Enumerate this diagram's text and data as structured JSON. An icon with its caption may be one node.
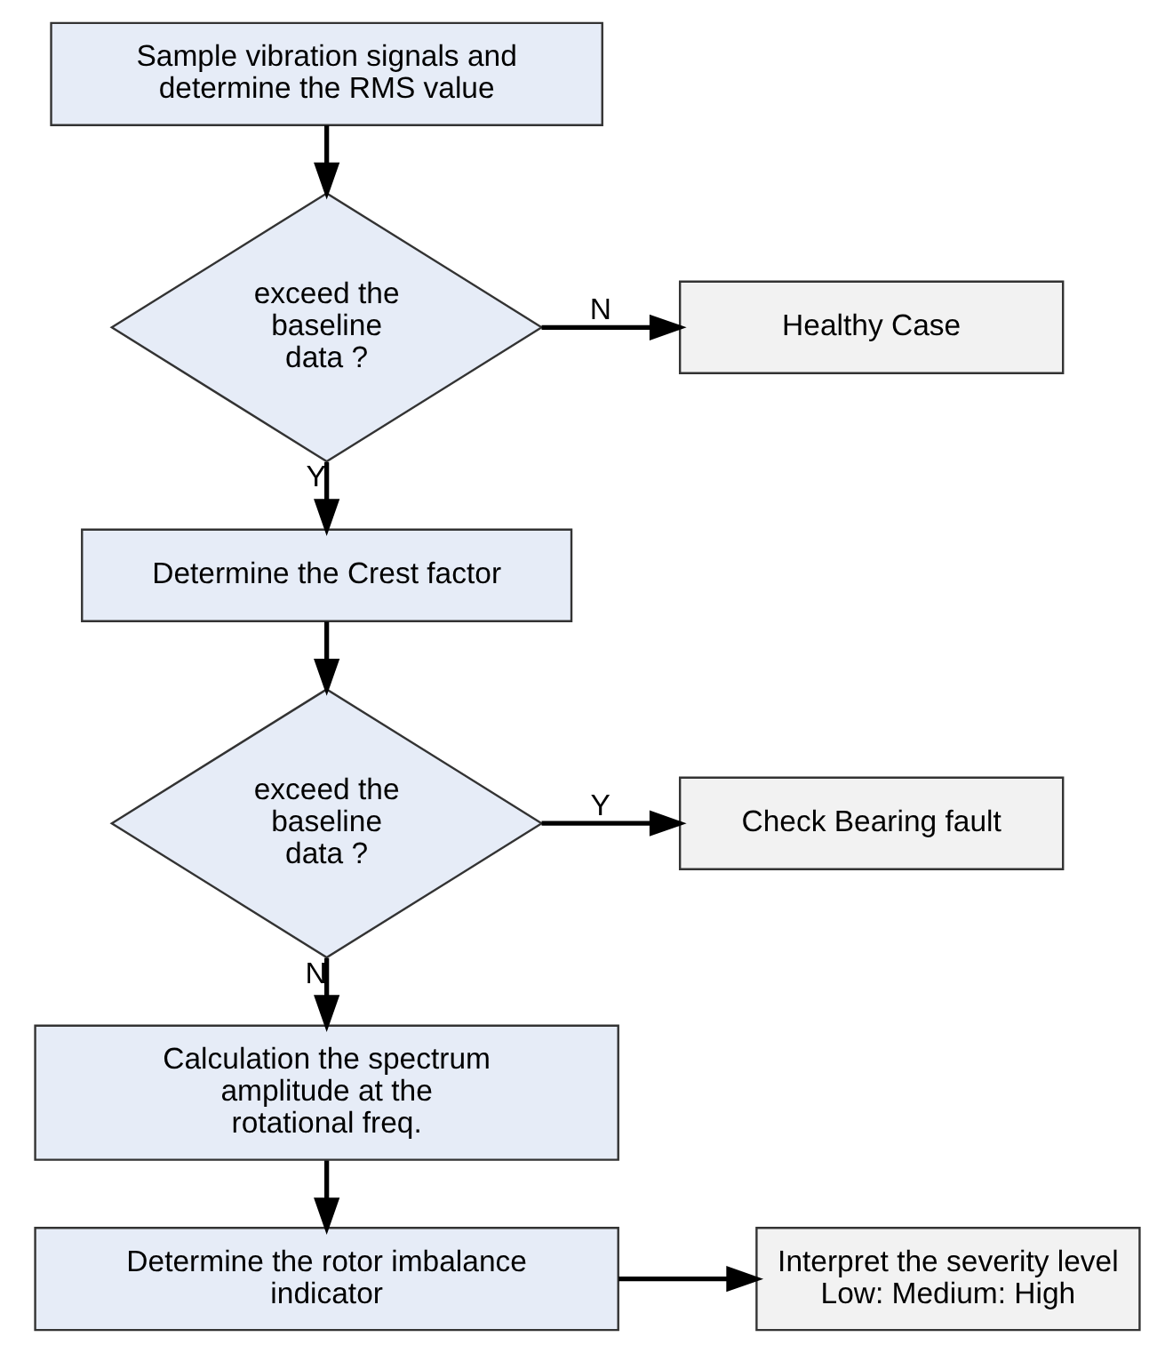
{
  "diagram": {
    "nodes": [
      {
        "text": [
          "Sample vibration signals and determine the RMS value"
        ]
      },
      {
        "text": [
          "exceed the baseline data ?"
        ]
      },
      {
        "text": [
          "Healthy Case"
        ]
      },
      {
        "text": [
          "Determine the Crest factor"
        ]
      },
      {
        "text": [
          "exceed the baseline data ?"
        ]
      },
      {
        "text": [
          "Check Bearing fault"
        ]
      },
      {
        "text": [
          "Calculation the spectrum amplitude at the rotational freq."
        ]
      },
      {
        "text": [
          "Determine the rotor imbalance indicator"
        ]
      },
      {
        "text": [
          "Interpret the severity level",
          "Low: Medium: High"
        ]
      }
    ],
    "edges": [
      {
        "from": 0,
        "to": 1,
        "arrow": "to"
      },
      {
        "from": 1,
        "to": 2,
        "arrow": "to",
        "label": "N"
      },
      {
        "from": 1,
        "to": 3,
        "arrow": "to",
        "label": "Y"
      },
      {
        "from": 3,
        "to": 4,
        "arrow": "to"
      },
      {
        "from": 4,
        "to": 5,
        "arrow": "to",
        "label": "Y"
      },
      {
        "from": 4,
        "to": 6,
        "arrow": "to",
        "label": "N"
      },
      {
        "from": 6,
        "to": 7,
        "arrow": "to"
      },
      {
        "from": 7,
        "to": 8,
        "arrow": "to"
      }
    ]
  }
}
